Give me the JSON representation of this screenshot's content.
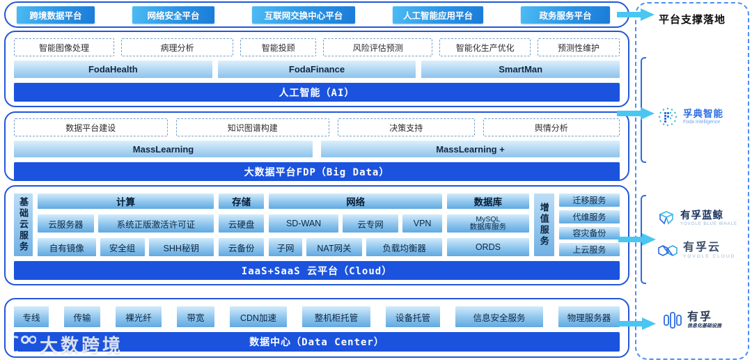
{
  "top_bar": {
    "platforms": [
      "跨境数据平台",
      "网络安全平台",
      "互联网交换中心平台",
      "人工智能应用平台",
      "政务服务平台"
    ]
  },
  "ai_layer": {
    "scenarios": [
      "智能图像处理",
      "病理分析",
      "智能投顾",
      "风险评估预测",
      "智能化生产优化",
      "预测性维护"
    ],
    "products": [
      "FodaHealth",
      "FodaFinance",
      "SmartMan"
    ],
    "bar": "人工智能（AI）"
  },
  "bigdata_layer": {
    "scenarios": [
      "数据平台建设",
      "知识图谱构建",
      "决策支持",
      "舆情分析"
    ],
    "products": [
      "MassLearning",
      "MassLearning +"
    ],
    "bar": "大数据平台FDP（Big Data）"
  },
  "cloud_layer": {
    "side_label": "基础云服务",
    "compute": {
      "header": "计算",
      "row1": [
        "云服务器",
        "系统正版激活许可证"
      ],
      "row2": [
        "自有镜像",
        "安全组",
        "SHH秘钥"
      ]
    },
    "storage": {
      "header": "存储",
      "row1": [
        "云硬盘"
      ],
      "row2": [
        "云备份"
      ]
    },
    "network": {
      "header": "网络",
      "row1": [
        "SD-WAN",
        "云专网",
        "VPN"
      ],
      "row2": [
        "子网",
        "NAT网关",
        "负载均衡器"
      ]
    },
    "database": {
      "header": "数据库",
      "row1_line1": "MySQL",
      "row1_line2": "数据库服务",
      "row2": [
        "ORDS"
      ]
    },
    "value_label": "增值服务",
    "value_services": [
      "迁移服务",
      "代维服务",
      "容灾备份",
      "上云服务"
    ],
    "bar": "IaaS+SaaS 云平台（Cloud）"
  },
  "datacenter_layer": {
    "items": [
      "专线",
      "传输",
      "裸光纤",
      "带宽",
      "CDN加速",
      "整机柜托管",
      "设备托管",
      "信息安全服务",
      "物理服务器"
    ],
    "bar": "数据中心（Data Center）"
  },
  "right_panel": {
    "title": "平台支撑落地",
    "brands": {
      "foda": {
        "name": "孚典智能",
        "subtitle": "Foda Intelligence"
      },
      "bluewhale": {
        "name": "有孚蓝鲸",
        "subtitle": "YOVOLE BLUE WHALE"
      },
      "youfu_cloud": {
        "name": "有孚云",
        "subtitle": "YOVOLE CLOUD"
      },
      "youfu": {
        "name": "有孚",
        "subtitle": "信息化基础设施"
      }
    }
  },
  "watermark": {
    "text": "大数跨境"
  },
  "colors": {
    "accent_blue": "#1b53de",
    "border_blue": "#2257d8",
    "arrow_cyan": "#4ac6f2",
    "brand_blue": "#2f6fe4"
  }
}
